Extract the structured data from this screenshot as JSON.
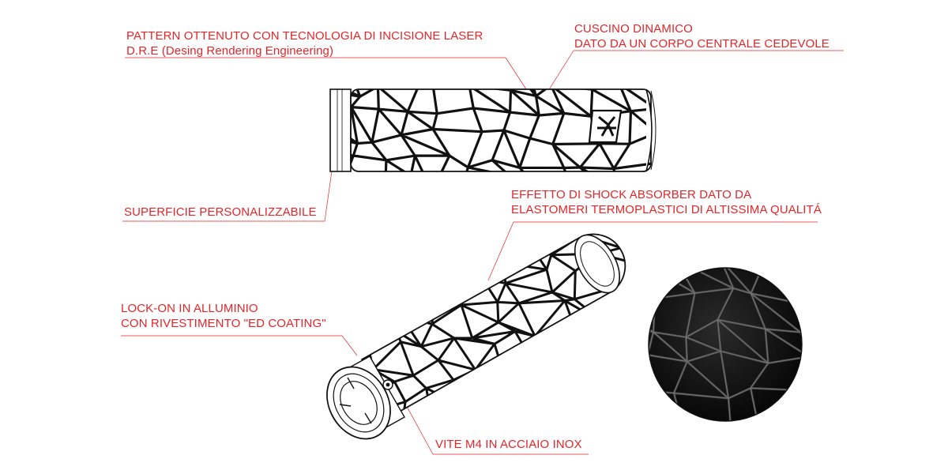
{
  "colors": {
    "label": "#e3262a",
    "leader": "#e3262a",
    "outline": "#111111",
    "fill_dark": "#0d0d0d",
    "background": "#ffffff"
  },
  "callouts": {
    "pattern": {
      "line1": "PATTERN OTTENUTO CON TECNOLOGIA DI INCISIONE LASER",
      "line2": "D.R.E (Desing Rendering Engineering)"
    },
    "cuscino": {
      "line1": "CUSCINO DINAMICO",
      "line2": "DATO DA UN CORPO CENTRALE CEDEVOLE"
    },
    "superficie": {
      "line1": "SUPERFICIE PERSONALIZZABILE"
    },
    "shock": {
      "line1": "EFFETTO DI SHOCK ABSORBER DATO DA",
      "line2": " ELASTOMERI TERMOPLASTICI DI ALTISSIMA QUALITÁ"
    },
    "lockon": {
      "line1": "LOCK-ON IN ALLUMINIO",
      "line2": " CON RIVESTIMENTO \"ED COATING\""
    },
    "vite": {
      "line1": "VITE M4 IN ACCIAIO INOX"
    }
  },
  "illustrations": {
    "side_view": "grip-side-view",
    "perspective_view": "grip-perspective-view",
    "closeup": "grip-texture-closeup"
  }
}
